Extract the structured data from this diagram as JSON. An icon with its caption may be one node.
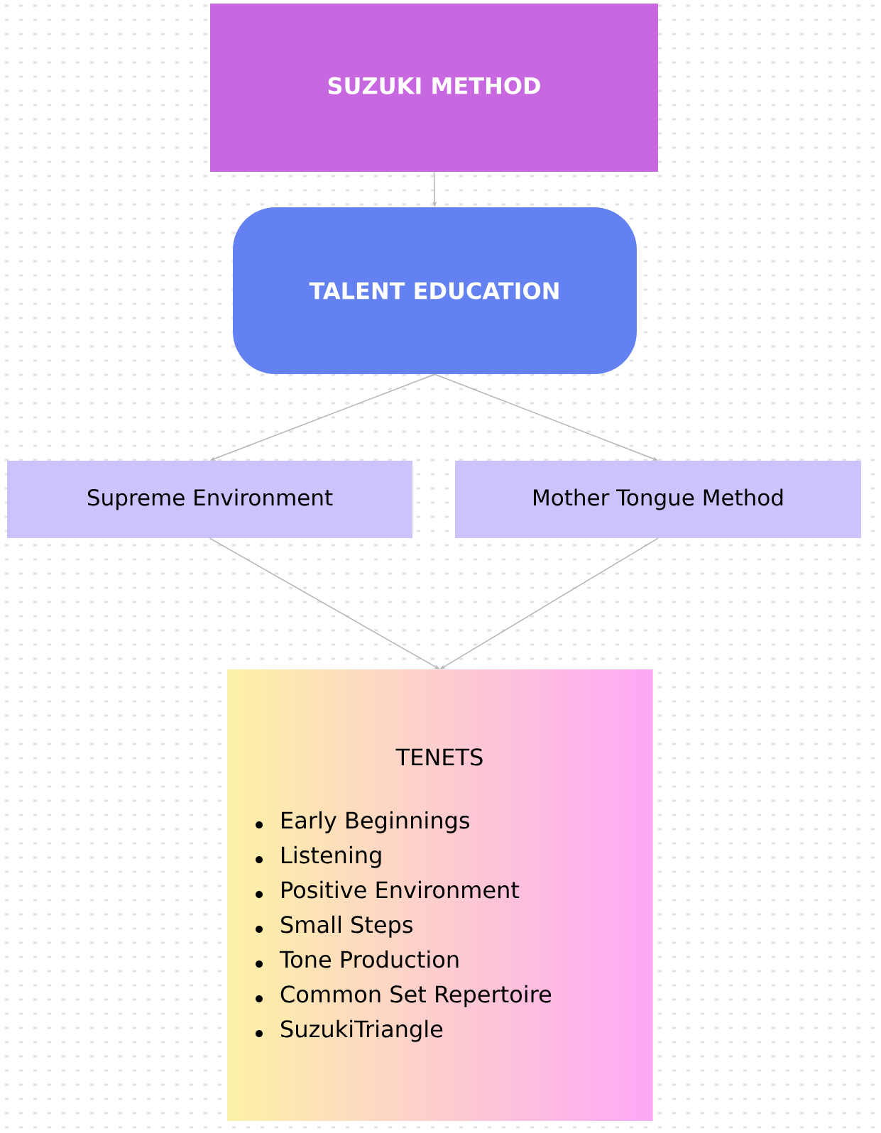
{
  "diagram": {
    "nodes": [
      {
        "text": [
          "SUZUKI METHOD"
        ]
      },
      {
        "text": [
          "TALENT EDUCATION"
        ]
      },
      {
        "text": [
          "Supreme Environment"
        ]
      },
      {
        "text": [
          "Mother Tongue Method"
        ]
      },
      {
        "text": [
          "TENETS",
          "Early Beginnings",
          "Listening",
          "Positive Environment",
          "Small Steps",
          "Tone Production",
          "Common Set Repertoire",
          "SuzukiTriangle"
        ]
      }
    ],
    "edges": [
      {
        "from": 0,
        "to": 1,
        "arrow": "to"
      },
      {
        "from": 1,
        "to": 2,
        "arrow": "to"
      },
      {
        "from": 1,
        "to": 3,
        "arrow": "to"
      },
      {
        "from": 2,
        "to": 4,
        "arrow": "to"
      },
      {
        "from": 3,
        "to": 4,
        "arrow": "to"
      }
    ]
  }
}
